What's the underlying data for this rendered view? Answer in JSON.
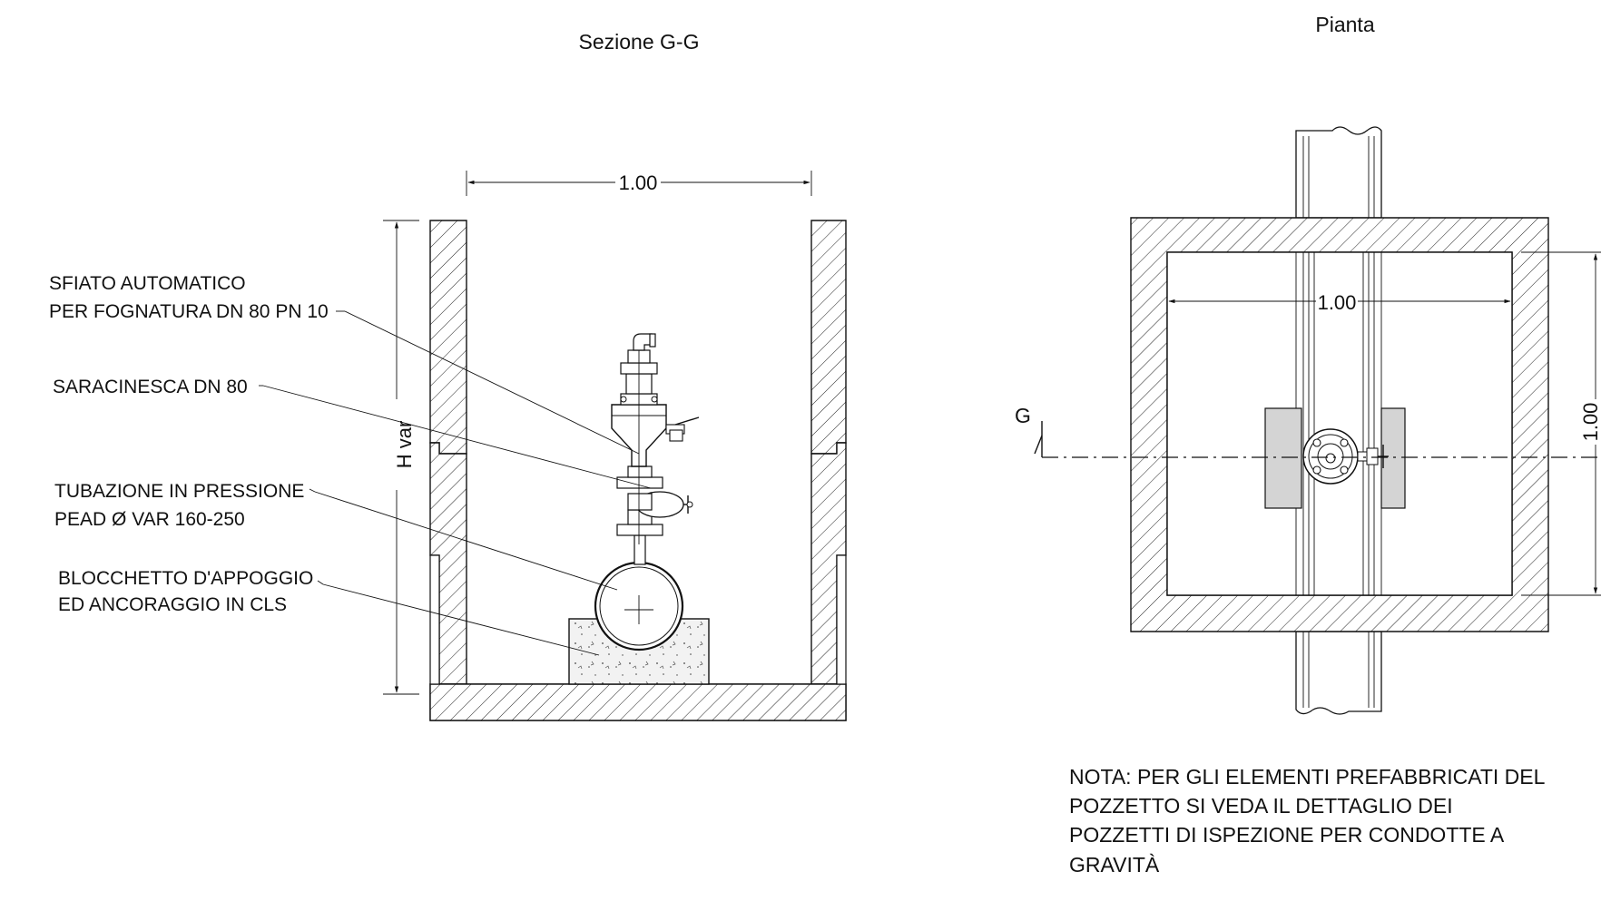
{
  "section": {
    "title": "Sezione G-G",
    "dim_width": "1.00",
    "dim_height": "H var",
    "labels": {
      "air_valve_line1": "SFIATO AUTOMATICO",
      "air_valve_line2": "PER FOGNATURA DN 80 PN 10",
      "gate_valve": "SARACINESCA DN 80",
      "pipe_line1": "TUBAZIONE IN PRESSIONE",
      "pipe_line2": "PEAD Ø VAR 160-250",
      "block_line1": "BLOCCHETTO D'APPOGGIO",
      "block_line2": "ED ANCORAGGIO IN CLS"
    }
  },
  "plan": {
    "title": "Pianta",
    "dim_width": "1.00",
    "dim_height": "1.00",
    "section_marker": "G"
  },
  "note": {
    "line1": "NOTA: PER GLI ELEMENTI PREFABBRICATI DEL",
    "line2": "POZZETTO SI VEDA IL DETTAGLIO DEI",
    "line3": "POZZETTI DI ISPEZIONE PER CONDOTTE A",
    "line4": "GRAVITÀ"
  }
}
